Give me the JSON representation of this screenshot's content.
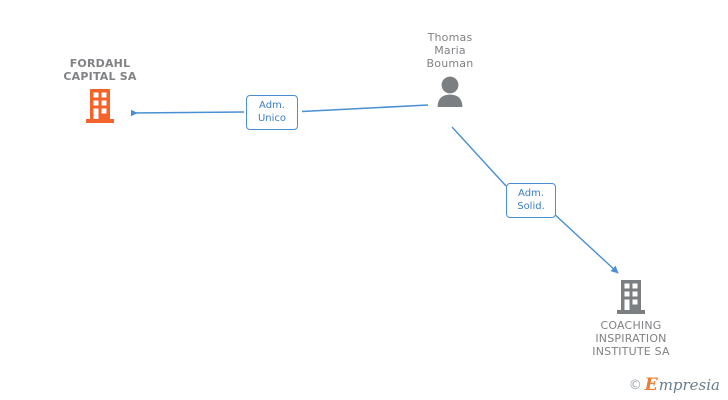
{
  "diagram": {
    "background_color": "#ffffff",
    "nodes": [
      {
        "id": "fordahl",
        "type": "company",
        "icon": "building-icon",
        "icon_color": "#f4632a",
        "label": "FORDAHL\nCAPITAL SA",
        "label_color": "#808285",
        "label_weight": "bold"
      },
      {
        "id": "person",
        "type": "person",
        "icon": "person-icon",
        "icon_color": "#7b7f82",
        "label": "Thomas\nMaria\nBouman",
        "label_color": "#808285",
        "label_weight": "normal"
      },
      {
        "id": "coaching",
        "type": "company",
        "icon": "building-icon",
        "icon_color": "#7b7f82",
        "label": "COACHING\nINSPIRATION\nINSTITUTE SA",
        "label_color": "#808285",
        "label_weight": "normal"
      }
    ],
    "edges": [
      {
        "id": "edge-adm-unico",
        "from": "person",
        "to": "fordahl",
        "relation_label": "Adm.\nUnico",
        "line_color": "#4a8fd4",
        "arrow": "to"
      },
      {
        "id": "edge-adm-solid",
        "from": "person",
        "to": "coaching",
        "relation_label": "Adm.\nSolid.",
        "line_color": "#4a8fd4",
        "arrow": "to"
      }
    ],
    "relation_box": {
      "border_color": "#4a8fd4",
      "text_color": "#3c7ec4",
      "fill_color": "#ffffff"
    }
  },
  "watermark": {
    "copyright": "©",
    "brand_initial": "E",
    "brand_rest": "mpresia",
    "initial_color": "#f07a30",
    "rest_color": "#6b7d8d"
  }
}
